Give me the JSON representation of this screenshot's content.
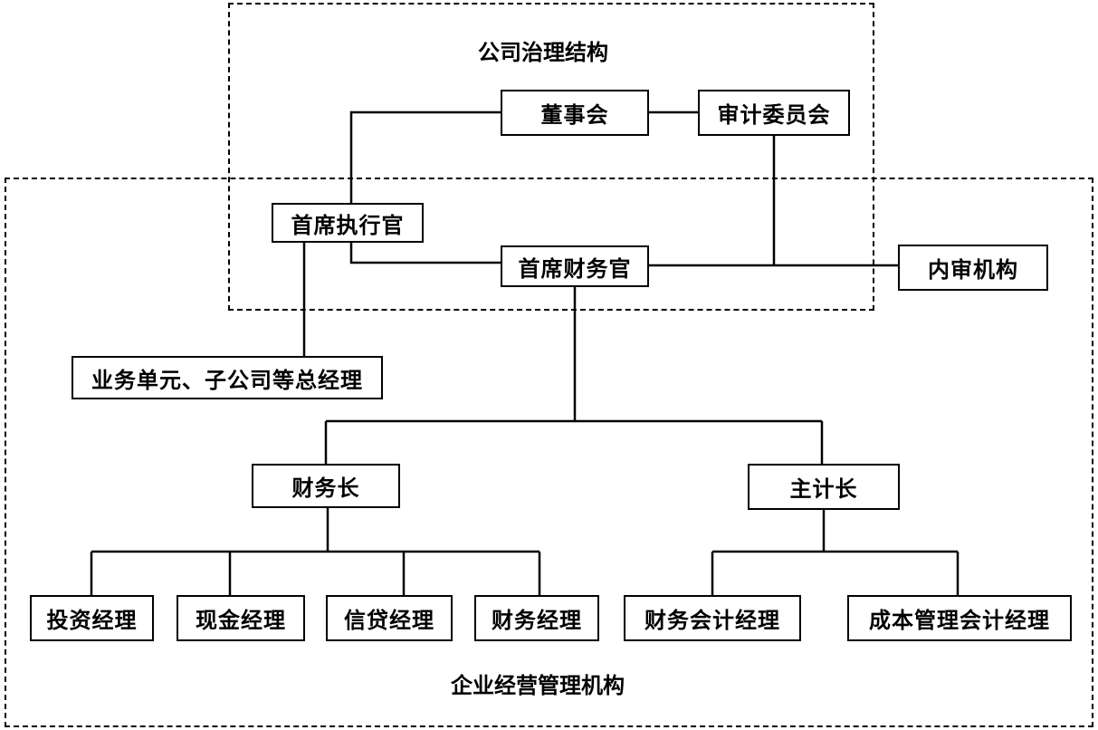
{
  "regions": {
    "governance": "公司治理结构",
    "management": "企业经营管理机构"
  },
  "nodes": {
    "board": "董事会",
    "audit_committee": "审计委员会",
    "ceo": "首席执行官",
    "cfo": "首席财务官",
    "internal_audit": "内审机构",
    "unit_managers": "业务单元、子公司等总经理",
    "treasurer": "财务长",
    "controller": "主计长",
    "investment_manager": "投资经理",
    "cash_manager": "现金经理",
    "credit_manager": "信贷经理",
    "finance_manager": "财务经理",
    "financial_accounting_manager": "财务会计经理",
    "cost_management_accounting_manager": "成本管理会计经理"
  }
}
